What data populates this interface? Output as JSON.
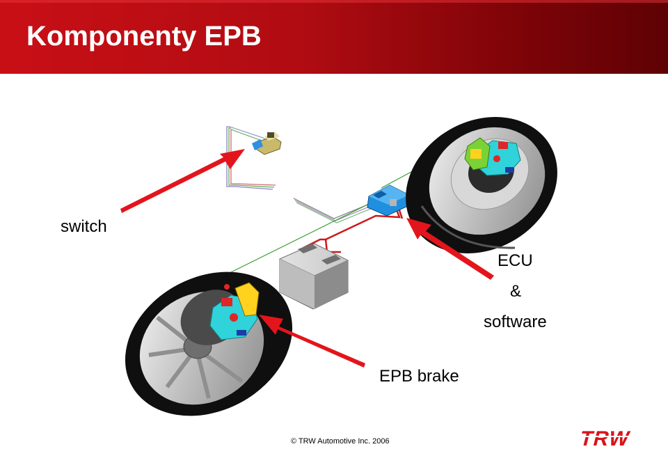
{
  "header": {
    "title": "Komponenty EPB"
  },
  "labels": {
    "switch": "switch",
    "ecu": "ECU",
    "amp": "&",
    "software": "software",
    "epb_brake": "EPB brake"
  },
  "footer": {
    "copyright": "© TRW Automotive Inc. 2006",
    "logo_text": "TRW"
  },
  "colors": {
    "header_red": "#c90f16",
    "header_dark": "#5e0205",
    "arrow_red": "#e3151c",
    "caliper_cyan": "#2fd3d9",
    "ecu_blue": "#1f8fe0",
    "wire_red": "#cc1a1a",
    "wire_green": "#2e9b2e"
  }
}
